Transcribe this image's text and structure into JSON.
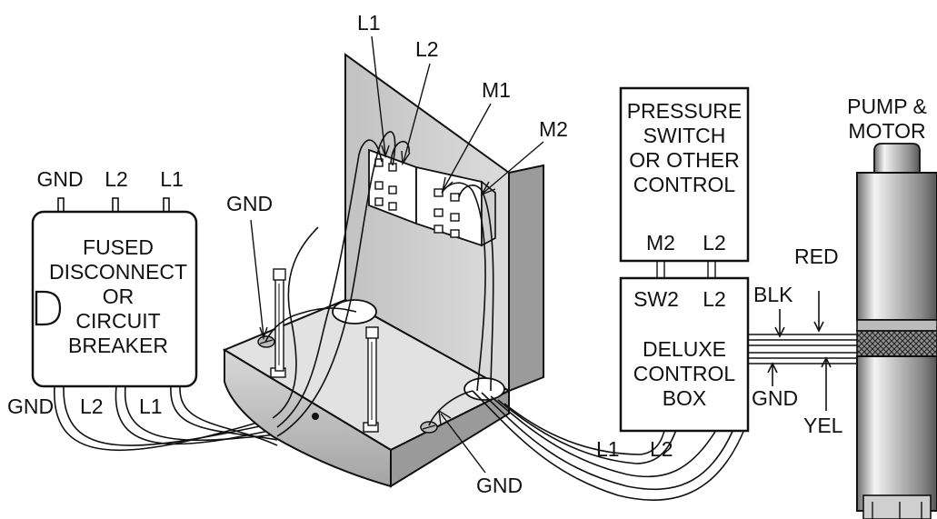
{
  "colors": {
    "line": "#111111",
    "panel": "#d4d4d4",
    "panel_dark": "#a9a9a9",
    "background": "#ffffff"
  },
  "disconnect": {
    "top_terminals": {
      "gnd": "GND",
      "l2": "L2",
      "l1": "L1"
    },
    "title": [
      "FUSED",
      "DISCONNECT",
      "OR",
      "CIRCUIT",
      "BREAKER"
    ],
    "bottom_wires": {
      "gnd": "GND",
      "l2": "L2",
      "l1": "L1"
    }
  },
  "enclosure": {
    "gnd_left": "GND",
    "gnd_bottom": "GND",
    "terminal_labels": {
      "l1": "L1",
      "l2": "L2",
      "m1": "M1",
      "m2": "M2"
    }
  },
  "pressure_switch": {
    "title": [
      "PRESSURE",
      "SWITCH",
      "OR OTHER",
      "CONTROL"
    ],
    "terminals": {
      "m2": "M2",
      "l2": "L2"
    }
  },
  "control_box": {
    "terminals": {
      "sw2": "SW2",
      "l2": "L2"
    },
    "title": [
      "DELUXE",
      "CONTROL",
      "BOX"
    ],
    "wire_labels": {
      "l1": "L1",
      "l2": "L2"
    }
  },
  "motor_leads": {
    "red": "RED",
    "blk": "BLK",
    "gnd": "GND",
    "yel": "YEL"
  },
  "pump": {
    "title": [
      "PUMP &",
      "MOTOR"
    ]
  }
}
